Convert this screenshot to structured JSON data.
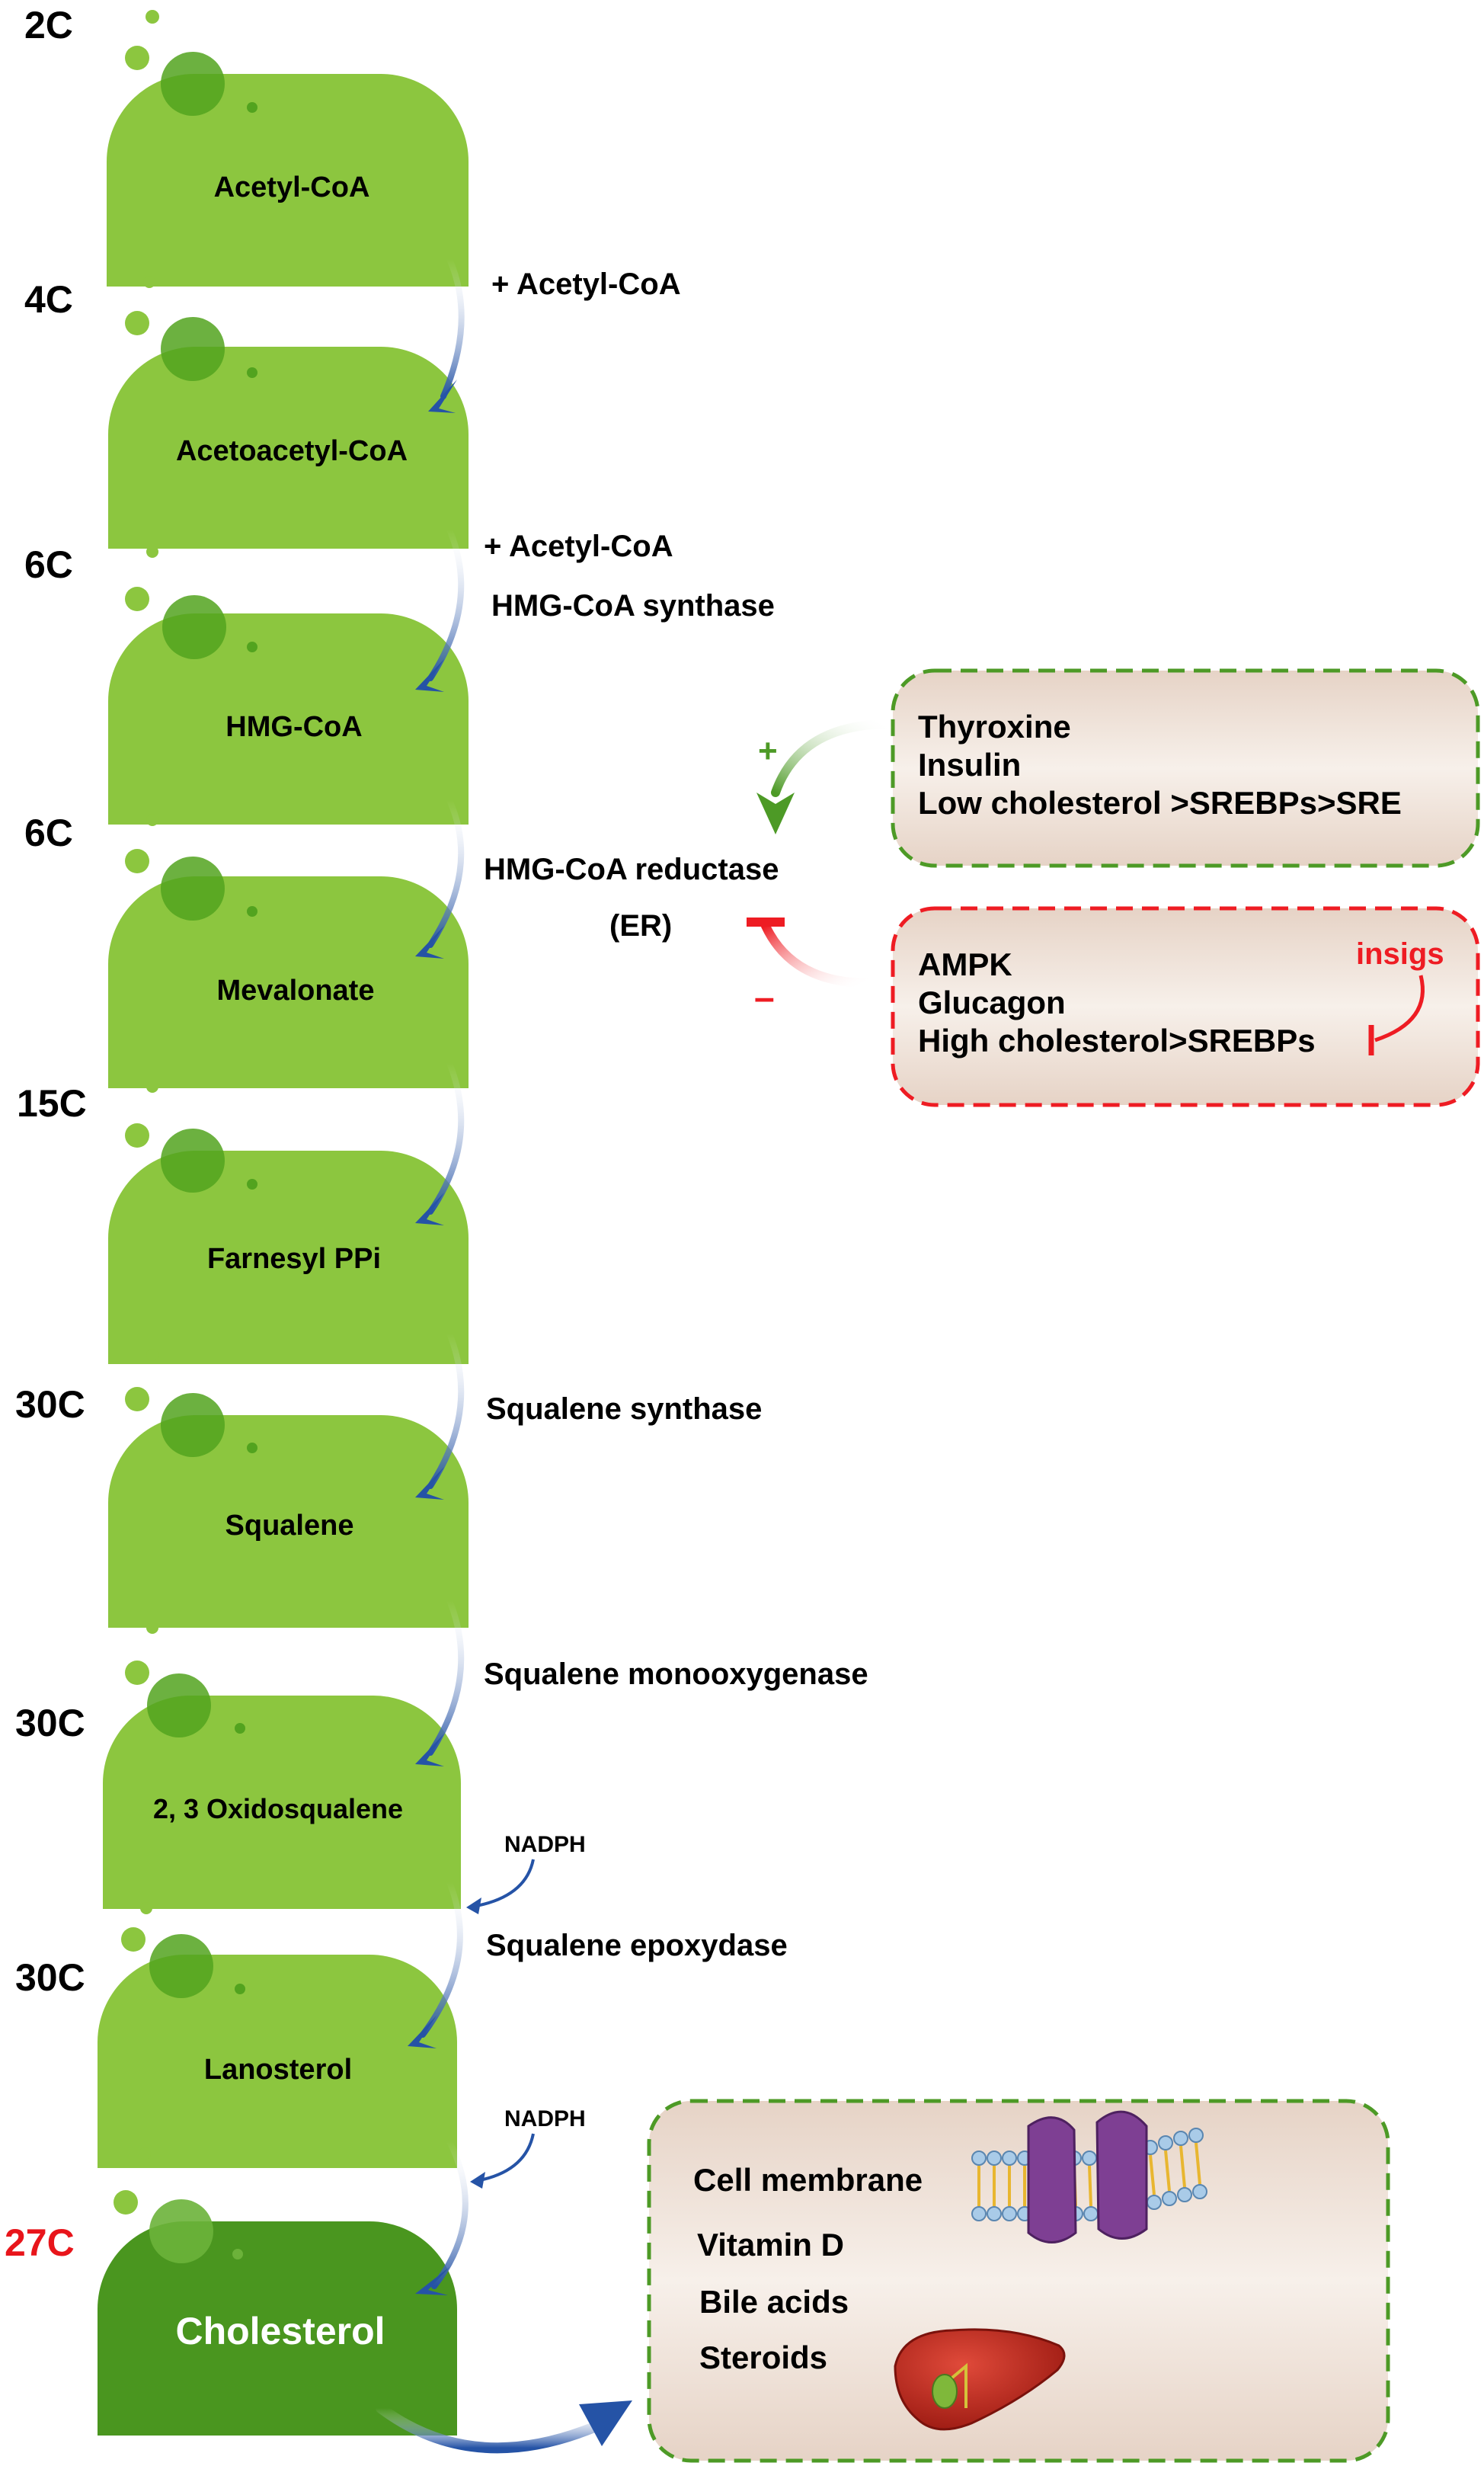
{
  "steps": [
    {
      "carbon": "2C",
      "label": "Acetyl-CoA"
    },
    {
      "carbon": "4C",
      "label": "Acetoacetyl-CoA"
    },
    {
      "carbon": "6C",
      "label": "HMG-CoA"
    },
    {
      "carbon": "6C",
      "label": "Mevalonate"
    },
    {
      "carbon": "15C",
      "label": "Farnesyl PPi"
    },
    {
      "carbon": "30C",
      "label": "Squalene"
    },
    {
      "carbon": "30C",
      "label": "2, 3 Oxidosqualene"
    },
    {
      "carbon": "30C",
      "label": "Lanosterol"
    },
    {
      "carbon": "27C",
      "label": "Cholesterol"
    }
  ],
  "transitions": {
    "t1": "+ Acetyl-CoA",
    "t2a": "+ Acetyl-CoA",
    "t2b": "HMG-CoA synthase",
    "t3a": "HMG-CoA reductase",
    "t3b": "(ER)",
    "t5": "Squalene synthase",
    "t6": "Squalene monooxygenase",
    "t7_cofactor": "NADPH",
    "t7": "Squalene epoxydase",
    "t8_cofactor": "NADPH"
  },
  "activators": {
    "sign": "+",
    "items": [
      "Thyroxine",
      "Insulin",
      "Low cholesterol >SREBPs>SRE"
    ]
  },
  "inhibitors": {
    "sign": "–",
    "items": [
      "AMPK",
      "Glucagon",
      "High cholesterol>SREBPs"
    ],
    "insigs": "insigs"
  },
  "uses": {
    "items": [
      "Cell membrane",
      "Vitamin D",
      "Bile acids",
      "Steroids"
    ]
  },
  "colors": {
    "step_green": "#8cc63f",
    "step_dark": "#4a961f",
    "bubble": "#52a31f",
    "arrow_blue": "#2553a6",
    "activator_green": "#4d9a26",
    "inhibitor_red": "#ee1c23",
    "box_fill": "#efe3dc",
    "carbon_text": "#000000",
    "carbon_red": "#e8151b"
  }
}
